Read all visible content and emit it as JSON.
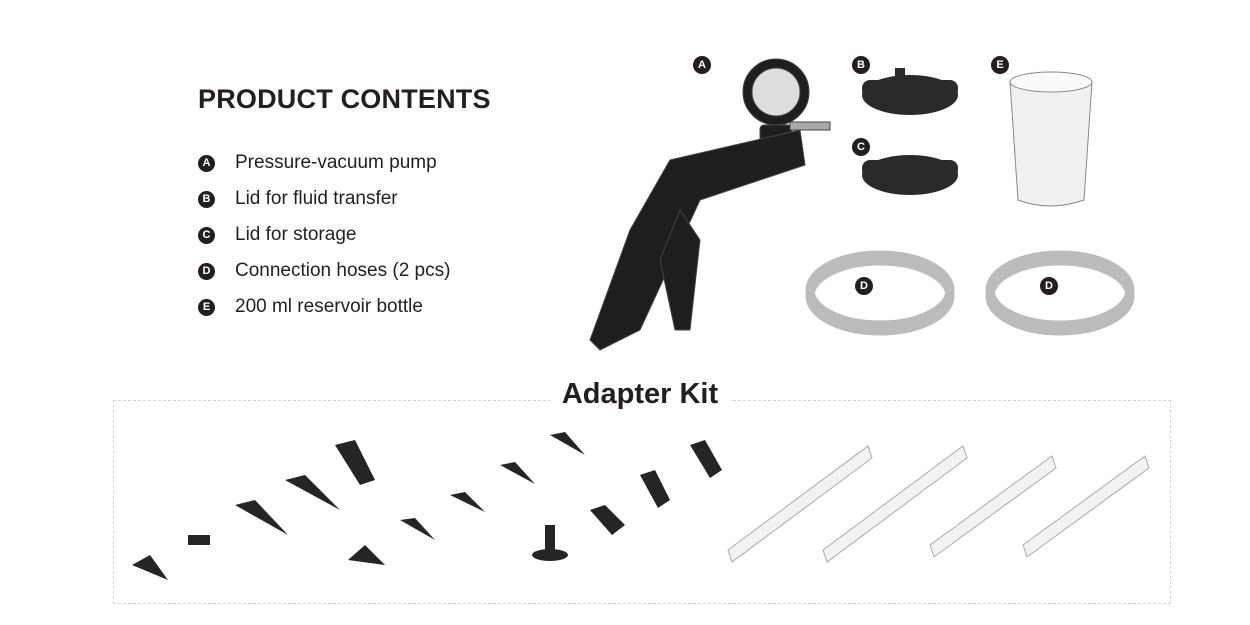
{
  "title": "PRODUCT CONTENTS",
  "items": [
    {
      "letter": "A",
      "label": "Pressure-vacuum pump"
    },
    {
      "letter": "B",
      "label": "Lid for fluid transfer"
    },
    {
      "letter": "C",
      "label": "Lid for storage"
    },
    {
      "letter": "D",
      "label": "Connection hoses (2 pcs)"
    },
    {
      "letter": "E",
      "label": "200 ml reservoir bottle"
    }
  ],
  "image_tags": {
    "pump": "A",
    "lid_transfer": "B",
    "lid_storage": "C",
    "bottle": "E",
    "hose1": "D",
    "hose2": "D"
  },
  "adapter_kit_title": "Adapter Kit"
}
